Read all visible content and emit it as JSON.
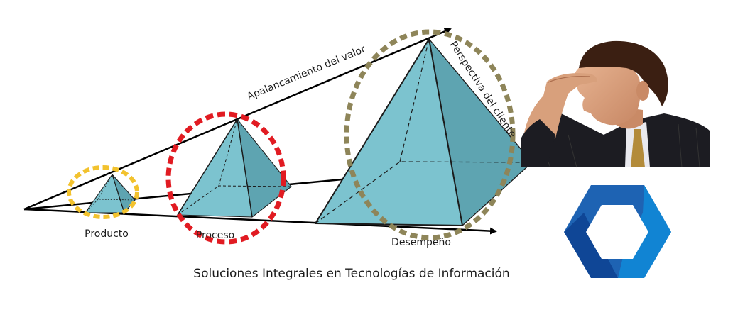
{
  "diagram": {
    "stages": [
      {
        "label": "Producto",
        "ring_color": "#f2c22e"
      },
      {
        "label": "Proceso",
        "ring_color": "#e11b22"
      },
      {
        "label": "Desempeño",
        "ring_color": "#8e8559"
      }
    ],
    "top_arrow_label": "Apalancamiento del valor",
    "side_label": "Perspectiva del cliente",
    "pyramid_color": "#7cc3cf"
  },
  "photo": {
    "icon": "man-looking-ahead-icon"
  },
  "logo": {
    "icon": "hexagon-logo-icon",
    "colors": [
      "#1e63b3",
      "#0f8ad8",
      "#0b3f8e"
    ]
  },
  "caption": "Soluciones Integrales en Tecnologías de Información"
}
